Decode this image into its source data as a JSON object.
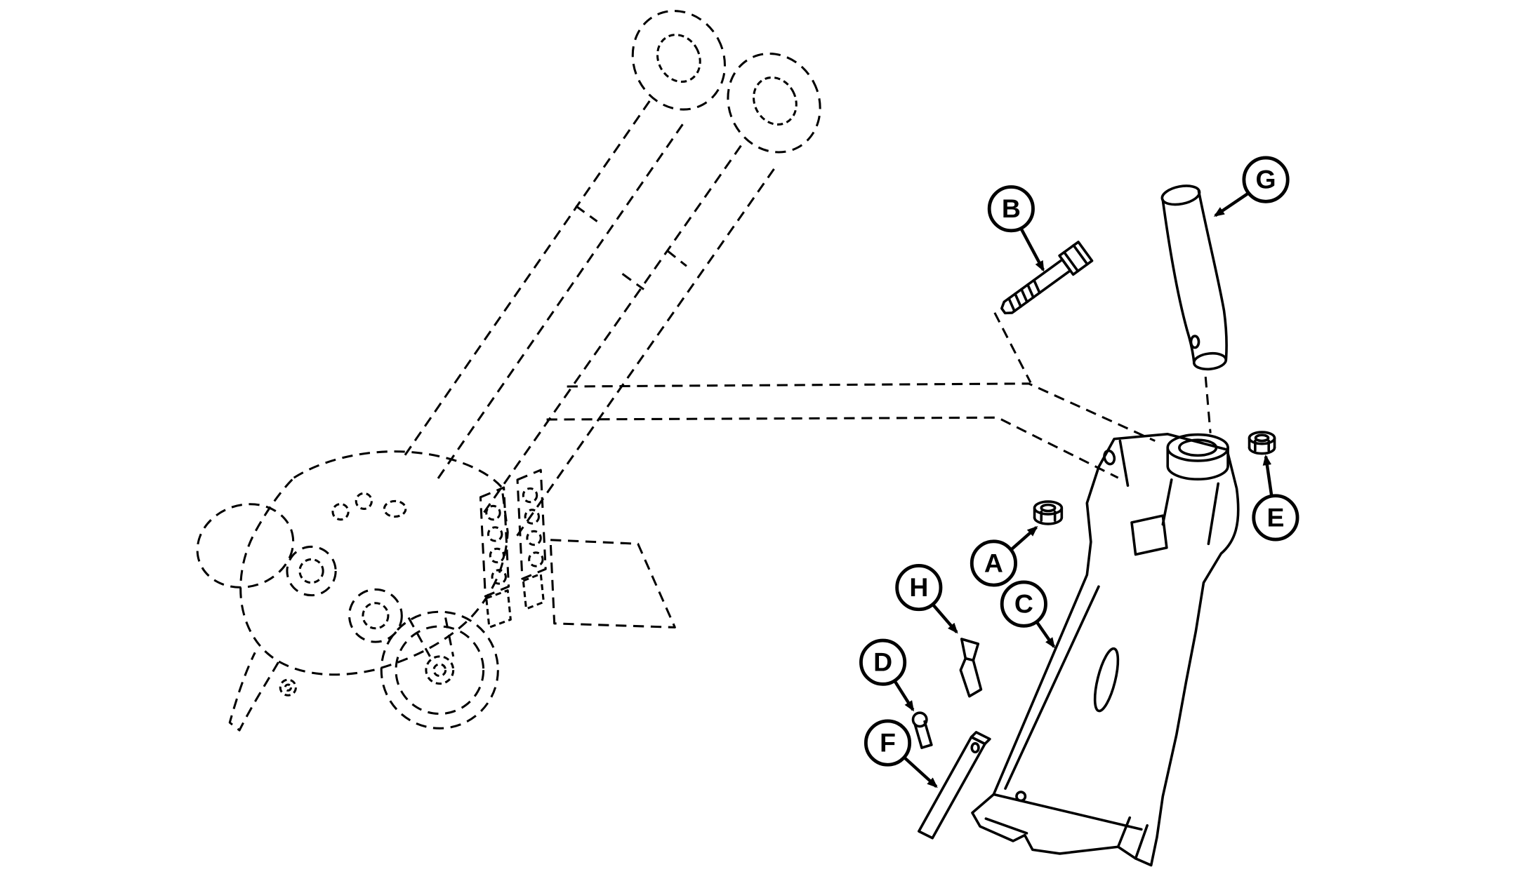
{
  "diagram": {
    "background_color": "#ffffff",
    "line_color": "#000000",
    "callouts": [
      {
        "label": "A"
      },
      {
        "label": "B"
      },
      {
        "label": "C"
      },
      {
        "label": "D"
      },
      {
        "label": "E"
      },
      {
        "label": "F"
      },
      {
        "label": "G"
      },
      {
        "label": "H"
      }
    ]
  }
}
